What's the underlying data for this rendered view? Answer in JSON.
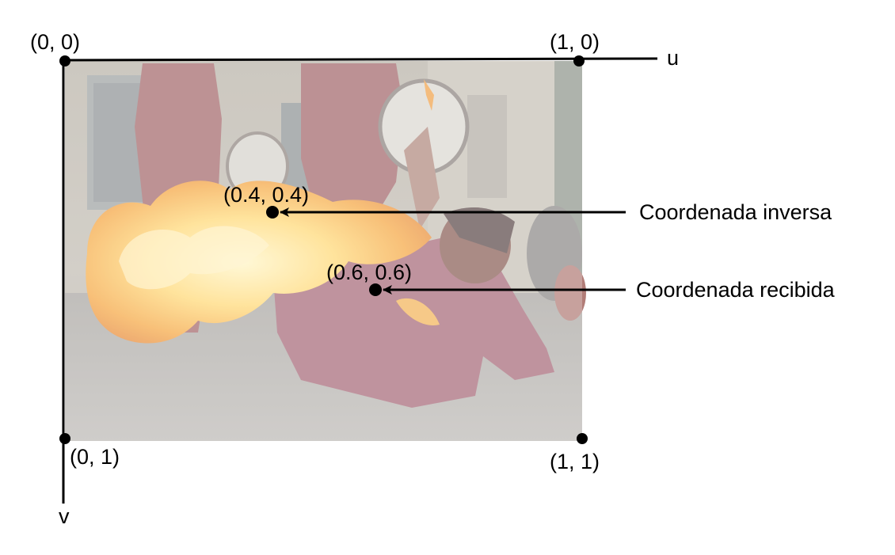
{
  "corners": {
    "top_left": "(0, 0)",
    "top_right": "(1, 0)",
    "bottom_left": "(0, 1)",
    "bottom_right": "(1, 1)"
  },
  "axes": {
    "u": "u",
    "v": "v"
  },
  "points": {
    "inverse": {
      "label": "(0.4, 0.4)",
      "u": 0.4,
      "v": 0.4
    },
    "received": {
      "label": "(0.6, 0.6)",
      "u": 0.6,
      "v": 0.6
    }
  },
  "annotations": {
    "inverse": "Coordenada inversa",
    "received": "Coordenada recibida"
  },
  "colors": {
    "ink": "#000000"
  }
}
